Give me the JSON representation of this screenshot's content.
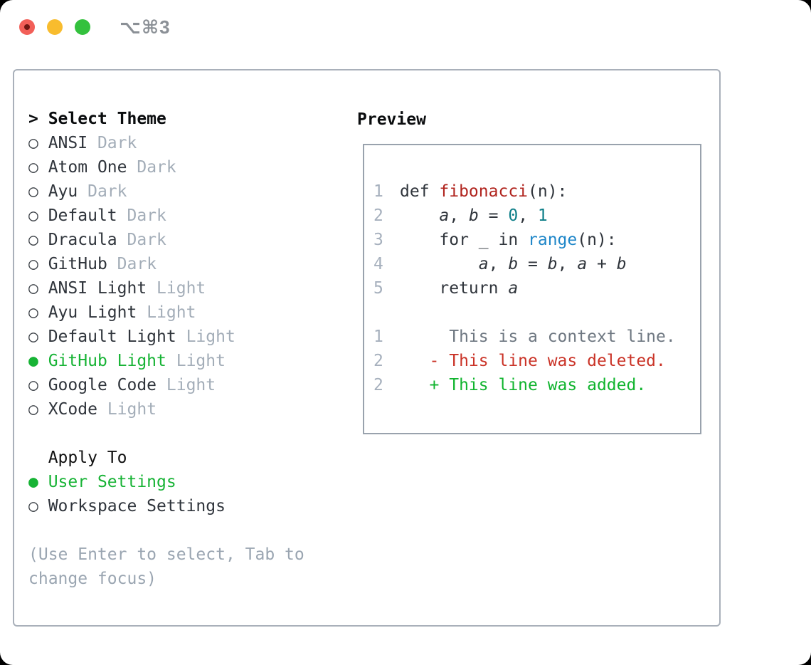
{
  "window": {
    "title": "⌥⌘3",
    "traffic_lights": [
      "close",
      "minimize",
      "zoom"
    ]
  },
  "glyphs": {
    "cursor": "> ",
    "radio_unselected": "○ ",
    "radio_selected": "● "
  },
  "theme_picker": {
    "title": "Select Theme",
    "themes": [
      {
        "name": "ANSI",
        "tag": "Dark",
        "selected": false
      },
      {
        "name": "Atom One",
        "tag": "Dark",
        "selected": false
      },
      {
        "name": "Ayu",
        "tag": "Dark",
        "selected": false
      },
      {
        "name": "Default",
        "tag": "Dark",
        "selected": false
      },
      {
        "name": "Dracula",
        "tag": "Dark",
        "selected": false
      },
      {
        "name": "GitHub",
        "tag": "Dark",
        "selected": false
      },
      {
        "name": "ANSI Light",
        "tag": "Light",
        "selected": false
      },
      {
        "name": "Ayu Light",
        "tag": "Light",
        "selected": false
      },
      {
        "name": "Default Light",
        "tag": "Light",
        "selected": false
      },
      {
        "name": "GitHub Light",
        "tag": "Light",
        "selected": true
      },
      {
        "name": "Google Code",
        "tag": "Light",
        "selected": false
      },
      {
        "name": "XCode",
        "tag": "Light",
        "selected": false
      }
    ],
    "apply_to": {
      "title": "Apply To",
      "options": [
        {
          "label": "User Settings",
          "selected": true
        },
        {
          "label": "Workspace Settings",
          "selected": false
        }
      ]
    },
    "hint_lines": [
      "(Use Enter to select, Tab to",
      "change focus)"
    ]
  },
  "preview": {
    "title": "Preview",
    "code_lines": [
      {
        "num": "1",
        "tokens": [
          {
            "t": "def ",
            "c": "code"
          },
          {
            "t": "fibonacci",
            "c": "fn"
          },
          {
            "t": "(n):",
            "c": "code"
          }
        ]
      },
      {
        "num": "2",
        "tokens": [
          {
            "t": "    ",
            "c": "code"
          },
          {
            "t": "a",
            "c": "var"
          },
          {
            "t": ", ",
            "c": "code"
          },
          {
            "t": "b",
            "c": "var"
          },
          {
            "t": " = ",
            "c": "code"
          },
          {
            "t": "0",
            "c": "num"
          },
          {
            "t": ", ",
            "c": "code"
          },
          {
            "t": "1",
            "c": "num"
          }
        ]
      },
      {
        "num": "3",
        "tokens": [
          {
            "t": "    for _ in ",
            "c": "code"
          },
          {
            "t": "range",
            "c": "call"
          },
          {
            "t": "(n):",
            "c": "code"
          }
        ]
      },
      {
        "num": "4",
        "tokens": [
          {
            "t": "        ",
            "c": "code"
          },
          {
            "t": "a",
            "c": "var"
          },
          {
            "t": ", ",
            "c": "code"
          },
          {
            "t": "b",
            "c": "var"
          },
          {
            "t": " = ",
            "c": "code"
          },
          {
            "t": "b",
            "c": "var"
          },
          {
            "t": ", ",
            "c": "code"
          },
          {
            "t": "a",
            "c": "var"
          },
          {
            "t": " + ",
            "c": "code"
          },
          {
            "t": "b",
            "c": "var"
          }
        ]
      },
      {
        "num": "5",
        "tokens": [
          {
            "t": "    return ",
            "c": "code"
          },
          {
            "t": "a",
            "c": "var"
          }
        ]
      }
    ],
    "diff_lines": [
      {
        "num": "1",
        "kind": "ctx",
        "text": "     This is a context line."
      },
      {
        "num": "2",
        "kind": "del",
        "text": "   - This line was deleted."
      },
      {
        "num": "2",
        "kind": "add",
        "text": "   + This line was added."
      }
    ]
  },
  "colors": {
    "accent_green": "#17b335",
    "diff_add": "#10b42e",
    "diff_del": "#ca3327",
    "context_gray": "#6e7781",
    "fn_red": "#b0231d",
    "num_teal": "#0d7e88",
    "call_blue": "#1e86c8",
    "text_dark": "#2f343b",
    "muted": "#a3adb8",
    "hint": "#9aa5b1",
    "line_number": "#a6b0bd",
    "panel_border": "#a9b0ba",
    "preview_border": "#99a2ad",
    "traffic_red": "#f25f58",
    "traffic_yellow": "#f8bc2e",
    "traffic_green": "#33c13d"
  }
}
